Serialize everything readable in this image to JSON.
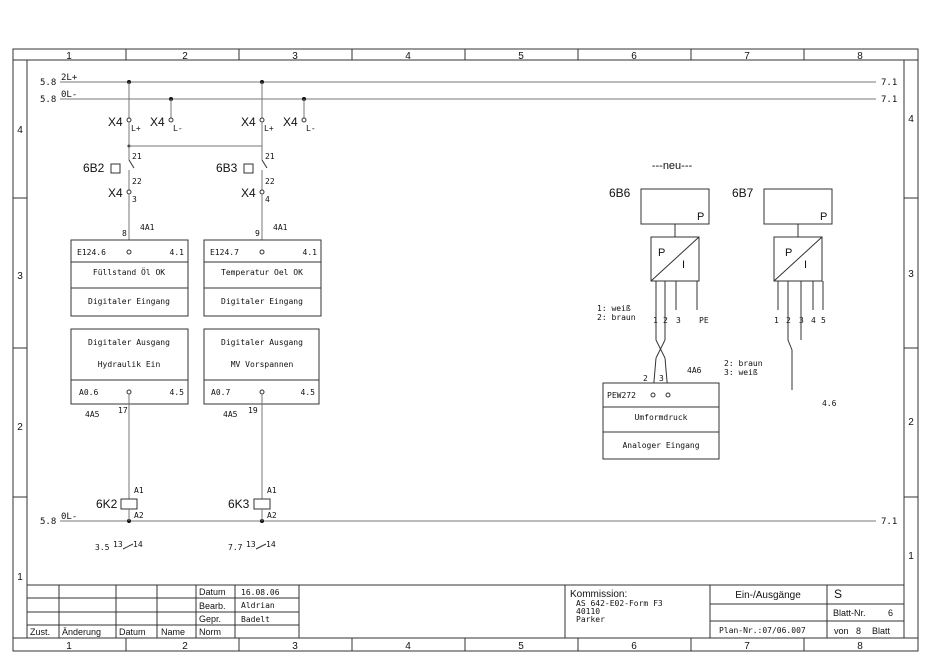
{
  "frame": {
    "columns": [
      "1",
      "2",
      "3",
      "4",
      "5",
      "6",
      "7",
      "8"
    ],
    "rows_left": [
      "4",
      "3",
      "2",
      "1"
    ],
    "rows_right": [
      "4",
      "3",
      "2",
      "1"
    ]
  },
  "rails": {
    "top_l1": {
      "ref": "5.8",
      "name": "2L+",
      "target": "7.1"
    },
    "top_l2": {
      "ref": "5.8",
      "name": "0L-",
      "target": "7.1"
    },
    "bottom": {
      "ref": "5.8",
      "name": "0L-",
      "target": "7.1"
    }
  },
  "terminals": {
    "x4": "X4",
    "lplus": "L+",
    "lminus": "L-",
    "t21": "21",
    "t22": "22",
    "t3": "3",
    "t4": "4",
    "t8": "8",
    "t9": "9",
    "t17": "17",
    "t19": "19",
    "a1": "A1",
    "a2": "A2"
  },
  "switches": {
    "sw1": "6B2",
    "sw2": "6B3"
  },
  "card_refs": {
    "di": "4A1",
    "do": "4A5",
    "ai": "4A6"
  },
  "inputs": [
    {
      "addr": "E124.6",
      "ref": "4.1",
      "desc": "Füllstand Öl OK",
      "type": "Digitaler Eingang"
    },
    {
      "addr": "E124.7",
      "ref": "4.1",
      "desc": "Temperatur Oel OK",
      "type": "Digitaler Eingang"
    }
  ],
  "outputs": [
    {
      "type": "Digitaler Ausgang",
      "desc": "Hydraulik Ein",
      "addr": "A0.6",
      "ref": "4.5"
    },
    {
      "type": "Digitaler Ausgang",
      "desc": "MV Vorspannen",
      "addr": "A0.7",
      "ref": "4.5"
    }
  ],
  "relays": [
    {
      "name": "6K2",
      "contact_ref": "3.5",
      "contact": "13",
      "contact2": "14"
    },
    {
      "name": "6K3",
      "contact_ref": "7.7",
      "contact": "13",
      "contact2": "14"
    }
  ],
  "sensors": {
    "new_label": "---neu---",
    "s1": {
      "name": "6B6",
      "letter": "P",
      "conv_p": "P",
      "conv_i": "I",
      "pins": [
        "1",
        "2",
        "3",
        "PE"
      ],
      "legend": [
        "1: weiß",
        "2: braun"
      ]
    },
    "s2": {
      "name": "6B7",
      "letter": "P",
      "conv_p": "P",
      "conv_i": "I",
      "pins": [
        "1",
        "2",
        "3",
        "4",
        "5"
      ],
      "legend": [
        "2: braun",
        "3: weiß"
      ],
      "ref": "4.6"
    }
  },
  "analog": {
    "pin_a": "2",
    "pin_b": "3",
    "module": "PEW272",
    "desc": "Umformdruck",
    "type": "Analoger Eingang"
  },
  "titleblock": {
    "datum_label": "Datum",
    "datum_value": "16.08.06",
    "bearb_label": "Bearb.",
    "bearb_value": "Aldrian",
    "gepr_label": "Gepr.",
    "gepr_value": "Badelt",
    "norm_label": "Norm",
    "zust_label": "Zust.",
    "aenderung_label": "Änderung",
    "datum2_label": "Datum",
    "name_label": "Name",
    "kommission_label": "Kommission:",
    "kommission_lines": [
      "AS 642-E02-Form F3",
      "40110",
      "Parker"
    ],
    "title": "Ein-/Ausgänge",
    "letter": "S",
    "blatt_label": "Blatt-Nr.",
    "blatt_value": "6",
    "plan": "Plan-Nr.:07/06.007",
    "von_label": "von",
    "von_value": "8",
    "blatt2_label": "Blatt"
  }
}
